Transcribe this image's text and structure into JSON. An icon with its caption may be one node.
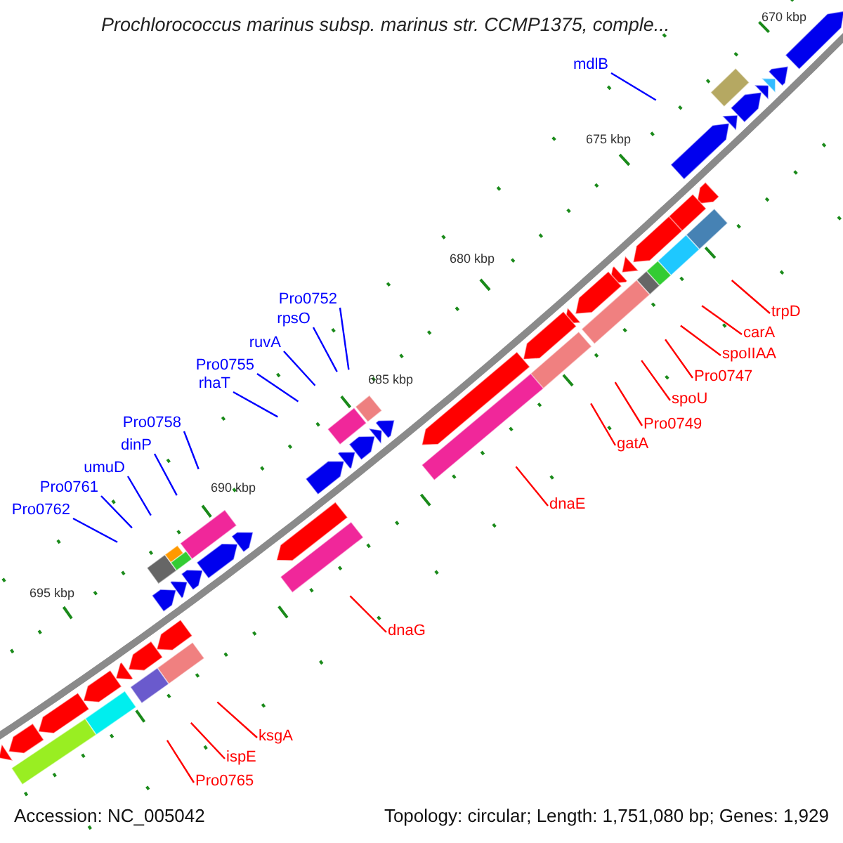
{
  "diagram": {
    "title": "Prochlorococcus marinus subsp. marinus str. CCMP1375, comple...",
    "nodes": [
      {
        "text": [
          "mdlB"
        ]
      },
      {
        "text": [
          "Pro0752"
        ]
      },
      {
        "text": [
          "trpD"
        ]
      },
      {
        "text": [
          "rpsO"
        ]
      },
      {
        "text": [
          "carA"
        ]
      },
      {
        "text": [
          "ruvA"
        ]
      },
      {
        "text": [
          "spoIIAA"
        ]
      },
      {
        "text": [
          "Pro0755"
        ]
      },
      {
        "text": [
          "Pro0747"
        ]
      },
      {
        "text": [
          "rhaT"
        ]
      },
      {
        "text": [
          "spoU"
        ]
      },
      {
        "text": [
          "Pro0758"
        ]
      },
      {
        "text": [
          "Pro0749"
        ]
      },
      {
        "text": [
          "dinP"
        ]
      },
      {
        "text": [
          "gatA"
        ]
      },
      {
        "text": [
          "umuD"
        ]
      },
      {
        "text": [
          "Pro0761"
        ]
      },
      {
        "text": [
          "dnaE"
        ]
      },
      {
        "text": [
          "Pro0762"
        ]
      },
      {
        "text": [
          "dnaG"
        ]
      },
      {
        "text": [
          "ksgA"
        ]
      },
      {
        "text": [
          "ispE"
        ]
      },
      {
        "text": [
          "Pro0765"
        ]
      }
    ],
    "edges": [
      {
        "from": 0,
        "to": null,
        "arrow": "none",
        "color": "#0000ff"
      },
      {
        "from": 1,
        "to": null,
        "arrow": "none",
        "color": "#0000ff"
      },
      {
        "from": 2,
        "to": null,
        "arrow": "none"
      },
      {
        "from": 3,
        "to": null,
        "arrow": "none",
        "color": "#0000ff"
      },
      {
        "from": 4,
        "to": null,
        "arrow": "none"
      },
      {
        "from": 5,
        "to": null,
        "arrow": "none",
        "color": "#0000ff"
      },
      {
        "from": 6,
        "to": null,
        "arrow": "none"
      },
      {
        "from": 7,
        "to": null,
        "arrow": "none",
        "color": "#0000ff"
      },
      {
        "from": 8,
        "to": null,
        "arrow": "none"
      },
      {
        "from": 9,
        "to": null,
        "arrow": "none",
        "color": "#0000ff"
      },
      {
        "from": 10,
        "to": null,
        "arrow": "none"
      },
      {
        "from": 11,
        "to": null,
        "arrow": "none",
        "color": "#0000ff"
      },
      {
        "from": 12,
        "to": null,
        "arrow": "none"
      },
      {
        "from": 13,
        "to": null,
        "arrow": "none",
        "color": "#0000ff"
      },
      {
        "from": 14,
        "to": null,
        "arrow": "none"
      },
      {
        "from": 15,
        "to": null,
        "arrow": "none",
        "color": "#0000ff"
      },
      {
        "from": 16,
        "to": null,
        "arrow": "none",
        "color": "#0000ff"
      },
      {
        "from": 17,
        "to": null,
        "arrow": "none"
      },
      {
        "from": 18,
        "to": null,
        "arrow": "none",
        "color": "#0000ff"
      },
      {
        "from": 19,
        "to": null,
        "arrow": "none"
      },
      {
        "from": 20,
        "to": null,
        "arrow": "none"
      },
      {
        "from": 21,
        "to": null,
        "arrow": "none"
      },
      {
        "from": 22,
        "to": null,
        "arrow": "none"
      }
    ],
    "labels": [
      "670 kbp",
      "675 kbp",
      "680 kbp",
      "685 kbp",
      "690 kbp",
      "695 kbp",
      "Accession: NC_005042",
      "Topology: circular; Length: 1,751,080 bp; Genes: 1,929"
    ]
  }
}
